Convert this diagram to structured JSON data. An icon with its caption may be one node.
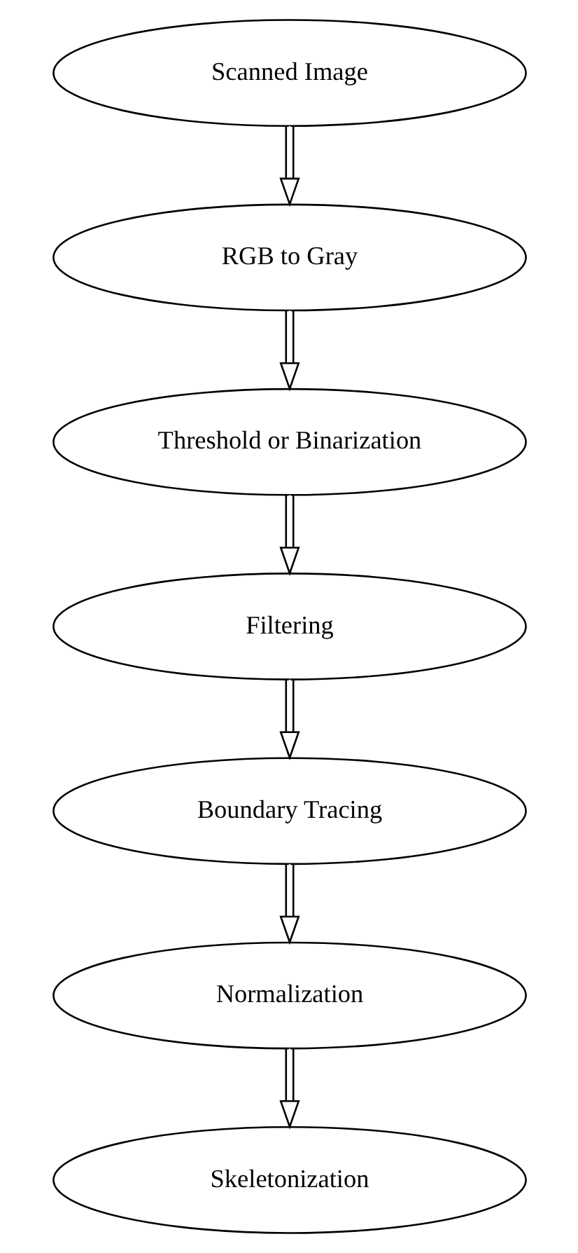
{
  "diagram": {
    "nodes": [
      {
        "text": [
          "Scanned Image"
        ]
      },
      {
        "text": [
          "RGB to Gray"
        ]
      },
      {
        "text": [
          "Threshold or Binarization"
        ]
      },
      {
        "text": [
          "Filtering"
        ]
      },
      {
        "text": [
          "Boundary Tracing"
        ]
      },
      {
        "text": [
          "Normalization"
        ]
      },
      {
        "text": [
          "Skeletonization"
        ]
      }
    ],
    "edges": [
      {
        "from": 0,
        "to": 1,
        "arrow": "to"
      },
      {
        "from": 1,
        "to": 2,
        "arrow": "to"
      },
      {
        "from": 2,
        "to": 3,
        "arrow": "to"
      },
      {
        "from": 3,
        "to": 4,
        "arrow": "to"
      },
      {
        "from": 4,
        "to": 5,
        "arrow": "to"
      },
      {
        "from": 5,
        "to": 6,
        "arrow": "to"
      }
    ]
  }
}
